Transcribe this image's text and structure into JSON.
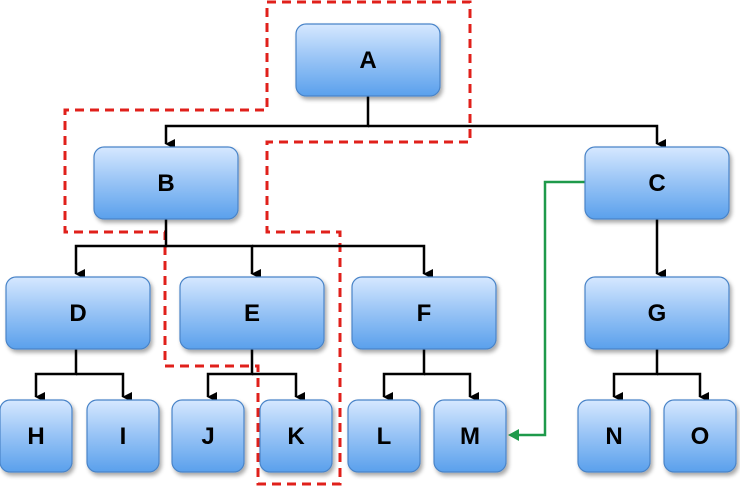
{
  "diagram": {
    "nodes": [
      {
        "id": "A",
        "label": "A"
      },
      {
        "id": "B",
        "label": "B"
      },
      {
        "id": "C",
        "label": "C"
      },
      {
        "id": "D",
        "label": "D"
      },
      {
        "id": "E",
        "label": "E"
      },
      {
        "id": "F",
        "label": "F"
      },
      {
        "id": "G",
        "label": "G"
      },
      {
        "id": "H",
        "label": "H"
      },
      {
        "id": "I",
        "label": "I"
      },
      {
        "id": "J",
        "label": "J"
      },
      {
        "id": "K",
        "label": "K"
      },
      {
        "id": "L",
        "label": "L"
      },
      {
        "id": "M",
        "label": "M"
      },
      {
        "id": "N",
        "label": "N"
      },
      {
        "id": "O",
        "label": "O"
      }
    ],
    "tree_edges": [
      {
        "from": "A",
        "to": "B"
      },
      {
        "from": "A",
        "to": "C"
      },
      {
        "from": "B",
        "to": "D"
      },
      {
        "from": "B",
        "to": "E"
      },
      {
        "from": "B",
        "to": "F"
      },
      {
        "from": "C",
        "to": "G"
      },
      {
        "from": "D",
        "to": "H"
      },
      {
        "from": "D",
        "to": "I"
      },
      {
        "from": "E",
        "to": "J"
      },
      {
        "from": "E",
        "to": "K"
      },
      {
        "from": "F",
        "to": "L"
      },
      {
        "from": "F",
        "to": "M"
      },
      {
        "from": "G",
        "to": "N"
      },
      {
        "from": "G",
        "to": "O"
      }
    ],
    "cross_edges": [
      {
        "from": "C",
        "to": "M",
        "color": "#1e9a4a"
      }
    ],
    "highlighted_path": [
      "A",
      "B",
      "E",
      "K"
    ],
    "colors": {
      "node_top": "#d6e8ff",
      "node_bottom": "#5aa0ec",
      "node_border": "#4a84c8",
      "edge": "#000000",
      "highlight": "#e0201b"
    }
  }
}
